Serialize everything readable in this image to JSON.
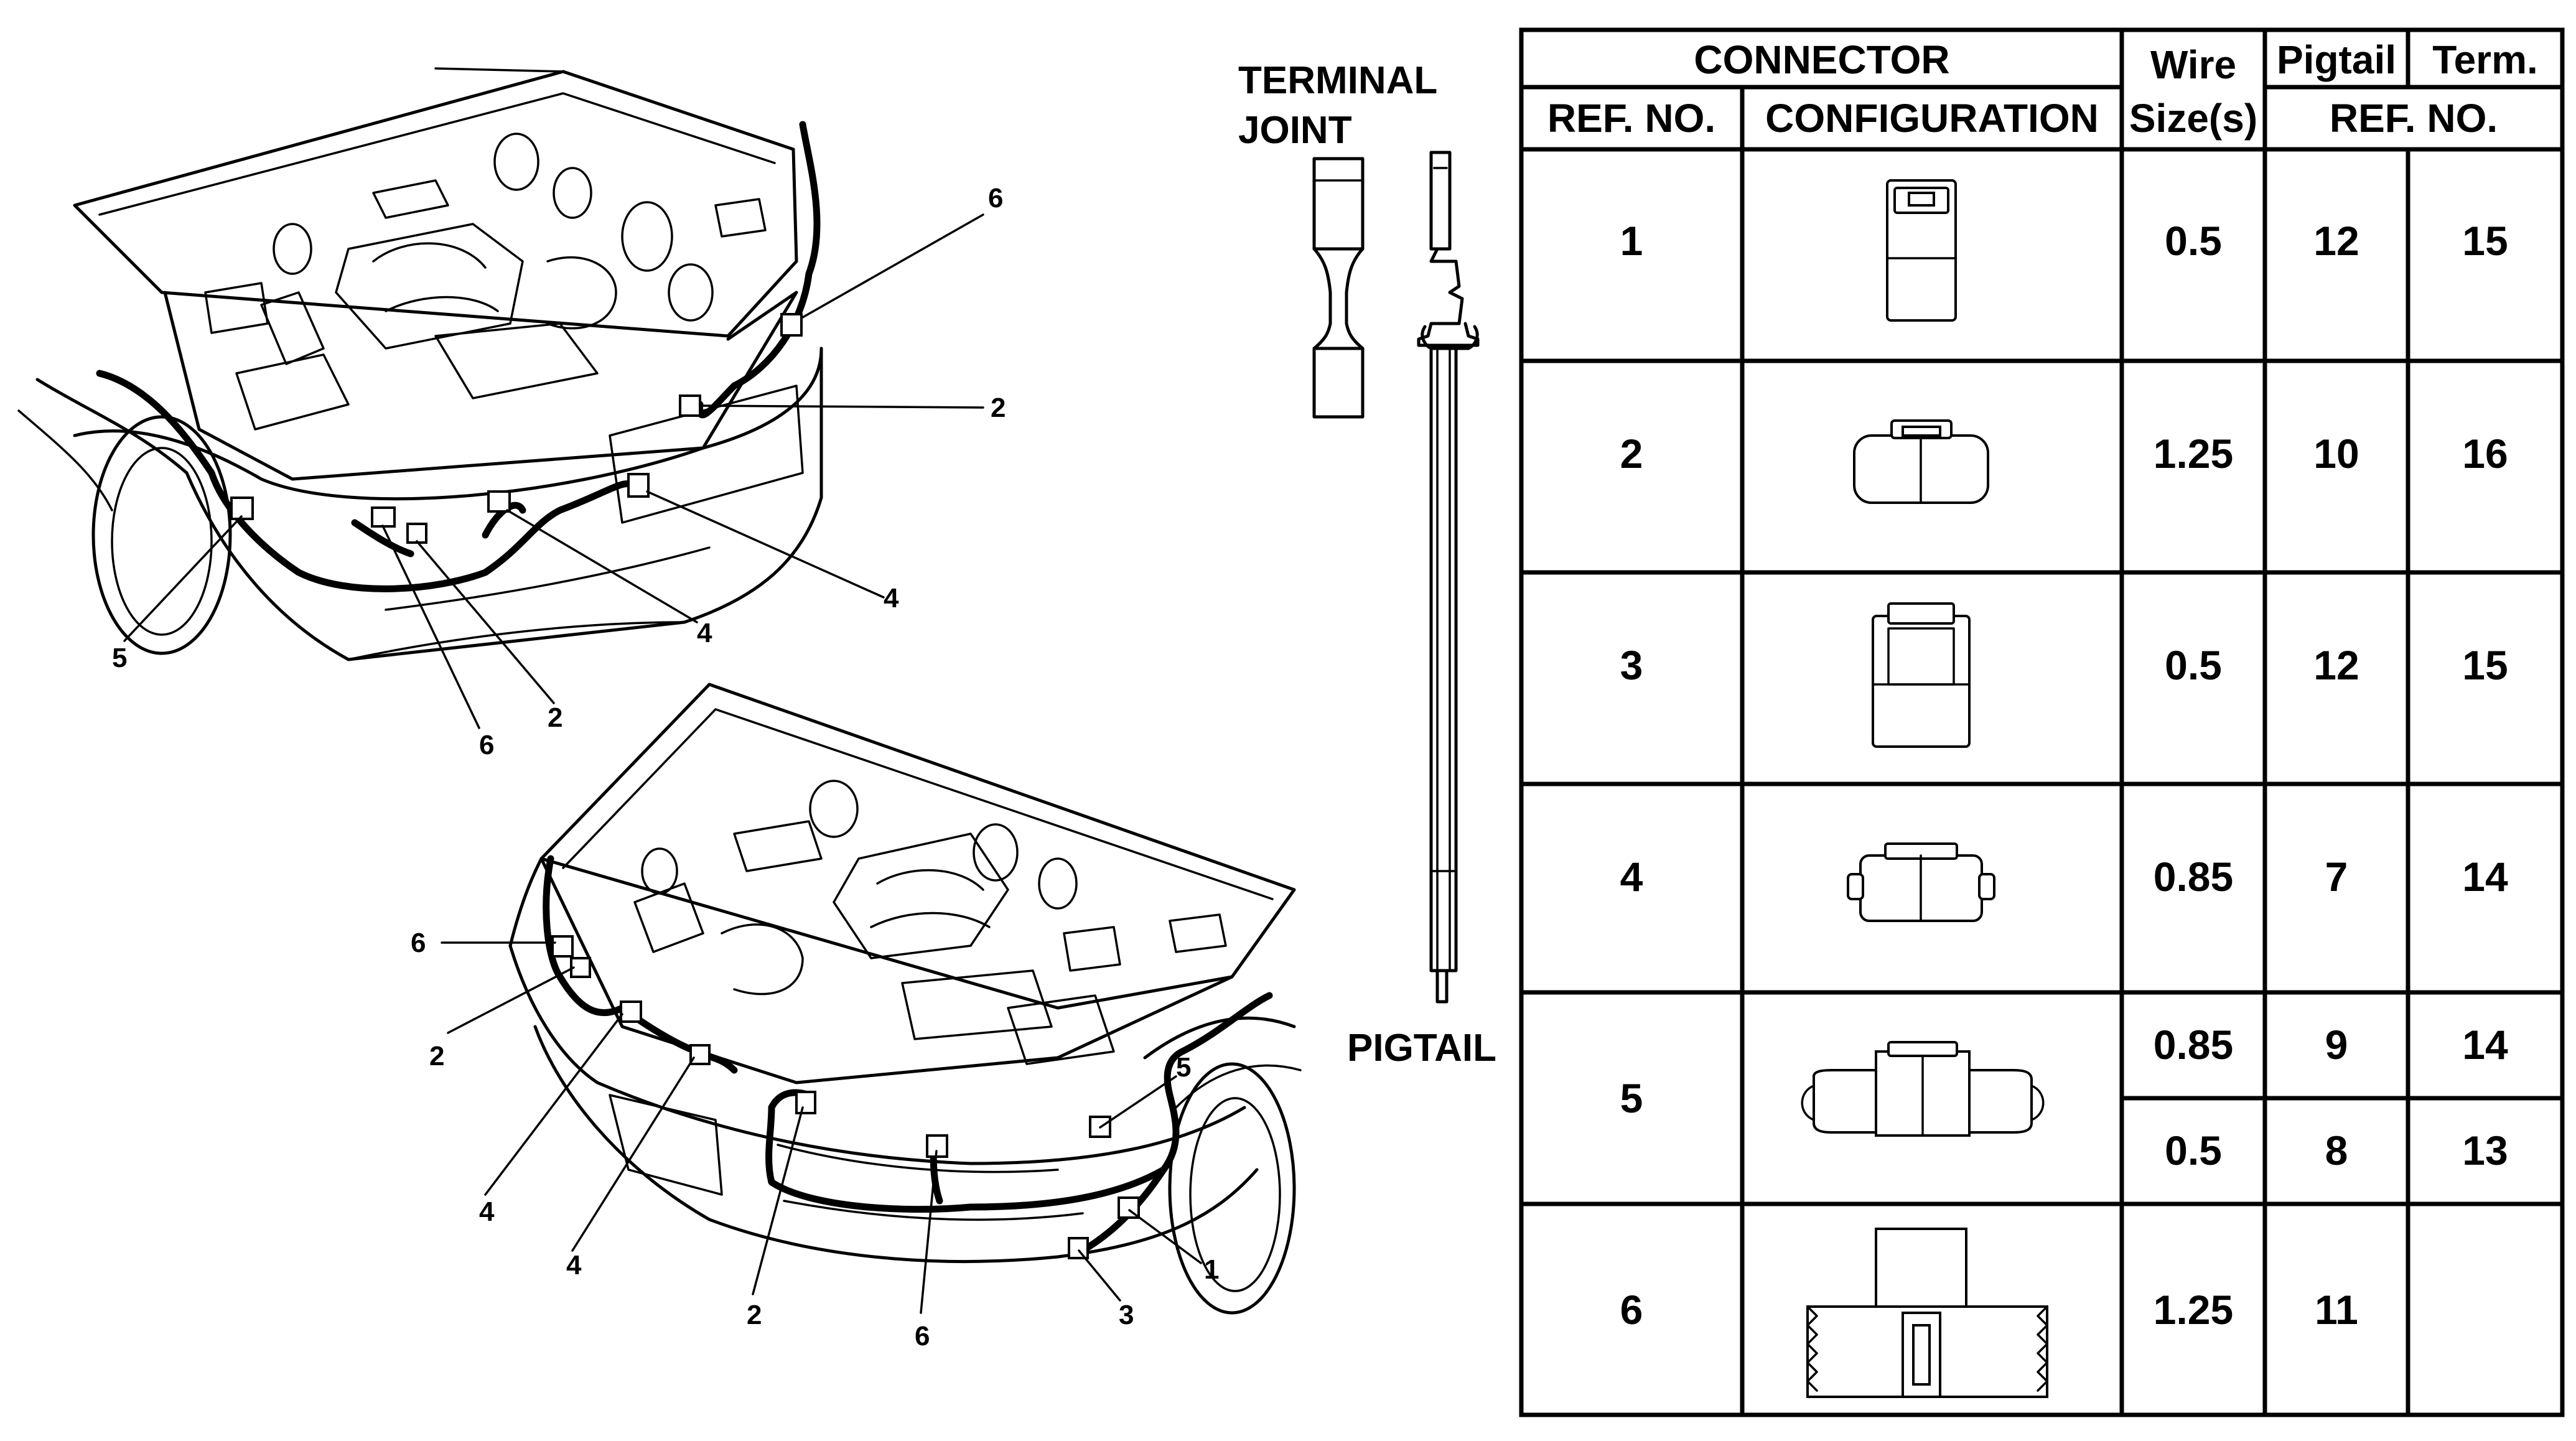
{
  "terminal": {
    "label_line1": "TERMINAL",
    "label_line2": "JOINT",
    "pigtail_label": "PIGTAIL"
  },
  "top_car_callouts": [
    "6",
    "2",
    "4",
    "4",
    "2",
    "6",
    "5"
  ],
  "bottom_car_callouts": [
    "6",
    "2",
    "4",
    "4",
    "2",
    "6",
    "3",
    "1",
    "5"
  ],
  "table": {
    "header": {
      "connector": "CONNECTOR",
      "ref_no": "REF. NO.",
      "configuration": "CONFIGURATION",
      "wire": "Wire",
      "sizes": "Size(s)",
      "pigtail": "Pigtail",
      "term": "Term.",
      "ref_no2": "REF. NO."
    },
    "rows": [
      {
        "ref": "1",
        "icon": "rectangular-connector-icon",
        "wire": [
          "0.5"
        ],
        "pigtail": [
          "12"
        ],
        "term": [
          "15"
        ]
      },
      {
        "ref": "2",
        "icon": "rounded-connector-icon",
        "wire": [
          "1.25"
        ],
        "pigtail": [
          "10"
        ],
        "term": [
          "16"
        ]
      },
      {
        "ref": "3",
        "icon": "locking-connector-icon",
        "wire": [
          "0.5"
        ],
        "pigtail": [
          "12"
        ],
        "term": [
          "15"
        ]
      },
      {
        "ref": "4",
        "icon": "flanged-connector-icon",
        "wire": [
          "0.85"
        ],
        "pigtail": [
          "7"
        ],
        "term": [
          "14"
        ]
      },
      {
        "ref": "5",
        "icon": "wide-connector-icon",
        "wire": [
          "0.85",
          "0.5"
        ],
        "pigtail": [
          "9",
          "8"
        ],
        "term": [
          "14",
          "13"
        ]
      },
      {
        "ref": "6",
        "icon": "tape-connector-icon",
        "wire": [
          "1.25"
        ],
        "pigtail": [
          "11"
        ],
        "term": [
          ""
        ]
      }
    ]
  }
}
